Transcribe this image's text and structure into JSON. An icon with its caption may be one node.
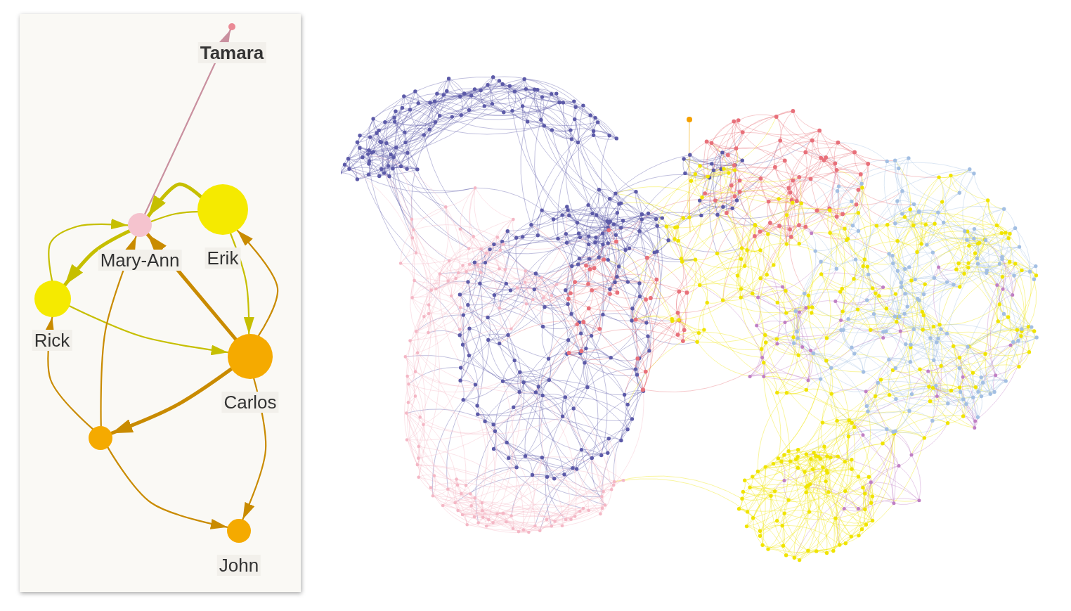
{
  "diagram": {
    "nodes": [
      {
        "text": [
          "Tamara"
        ]
      },
      {
        "text": [
          "Mary-Ann"
        ]
      },
      {
        "text": [
          "Erik"
        ]
      },
      {
        "text": [
          "Rick"
        ]
      },
      {
        "text": [
          "Carlos"
        ]
      },
      {
        "text": [],
        "shape": "circle"
      },
      {
        "text": [
          "John"
        ]
      }
    ],
    "edges": [
      {
        "from": 1,
        "to": 0,
        "arrow": "to",
        "color": "#c9909f"
      },
      {
        "from": 2,
        "to": 1,
        "arrow": "to",
        "style": "thick",
        "color": "#c6bf00"
      },
      {
        "from": 2,
        "to": 1,
        "arrow": "none",
        "color": "#c6bf00"
      },
      {
        "from": 3,
        "to": 1,
        "arrow": "to",
        "color": "#c6bf00"
      },
      {
        "from": 1,
        "to": 3,
        "arrow": "to",
        "style": "thick",
        "color": "#c6bf00"
      },
      {
        "from": 3,
        "to": 4,
        "arrow": "to",
        "color": "#c6bf00"
      },
      {
        "from": 2,
        "to": 4,
        "arrow": "to",
        "color": "#c6bf00"
      },
      {
        "from": 4,
        "to": 2,
        "arrow": "to"
      },
      {
        "from": 4,
        "to": 1,
        "arrow": "to",
        "style": "thick"
      },
      {
        "from": 5,
        "to": 1,
        "arrow": "to"
      },
      {
        "from": 5,
        "to": 3,
        "arrow": "to"
      },
      {
        "from": 4,
        "to": 5,
        "arrow": "to",
        "style": "thick"
      },
      {
        "from": 5,
        "to": 6,
        "arrow": "to"
      },
      {
        "from": 4,
        "to": 6,
        "arrow": "to"
      }
    ]
  }
}
